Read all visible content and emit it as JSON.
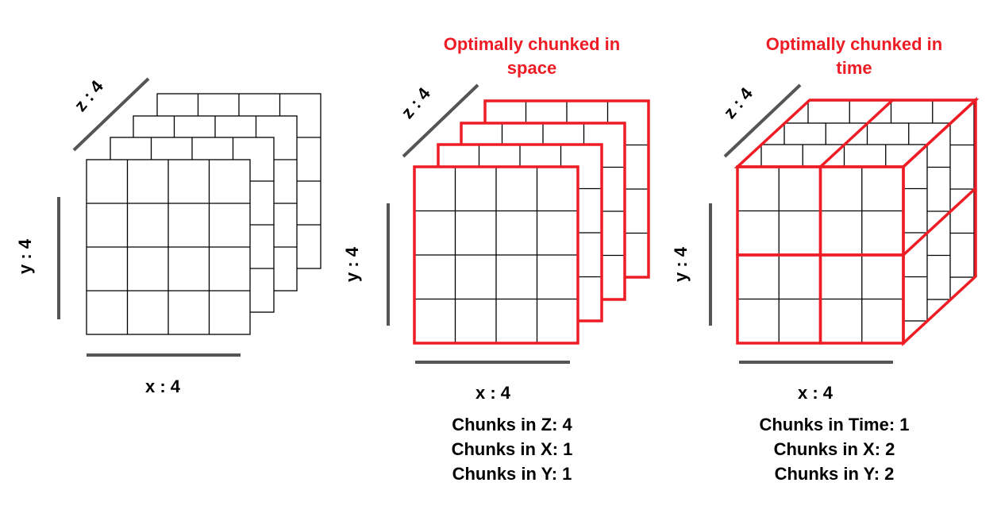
{
  "colors": {
    "accent": "#ee1c25",
    "ink": "#000000",
    "axis": "#555555"
  },
  "diagrams": [
    {
      "x_label": "x : 4",
      "y_label": "y : 4",
      "z_label": "z : 4"
    },
    {
      "title_line1": "Optimally chunked in",
      "title_line2": "space",
      "x_label": "x : 4",
      "y_label": "y : 4",
      "z_label": "z : 4",
      "stats": [
        "Chunks in Z: 4",
        "Chunks in X: 1",
        "Chunks in Y: 1"
      ]
    },
    {
      "title_line1": "Optimally chunked in",
      "title_line2": "time",
      "x_label": "x : 4",
      "y_label": "y : 4",
      "z_label": "z : 4",
      "stats": [
        "Chunks in Time: 1",
        "Chunks in X: 2",
        "Chunks in Y: 2"
      ]
    }
  ]
}
